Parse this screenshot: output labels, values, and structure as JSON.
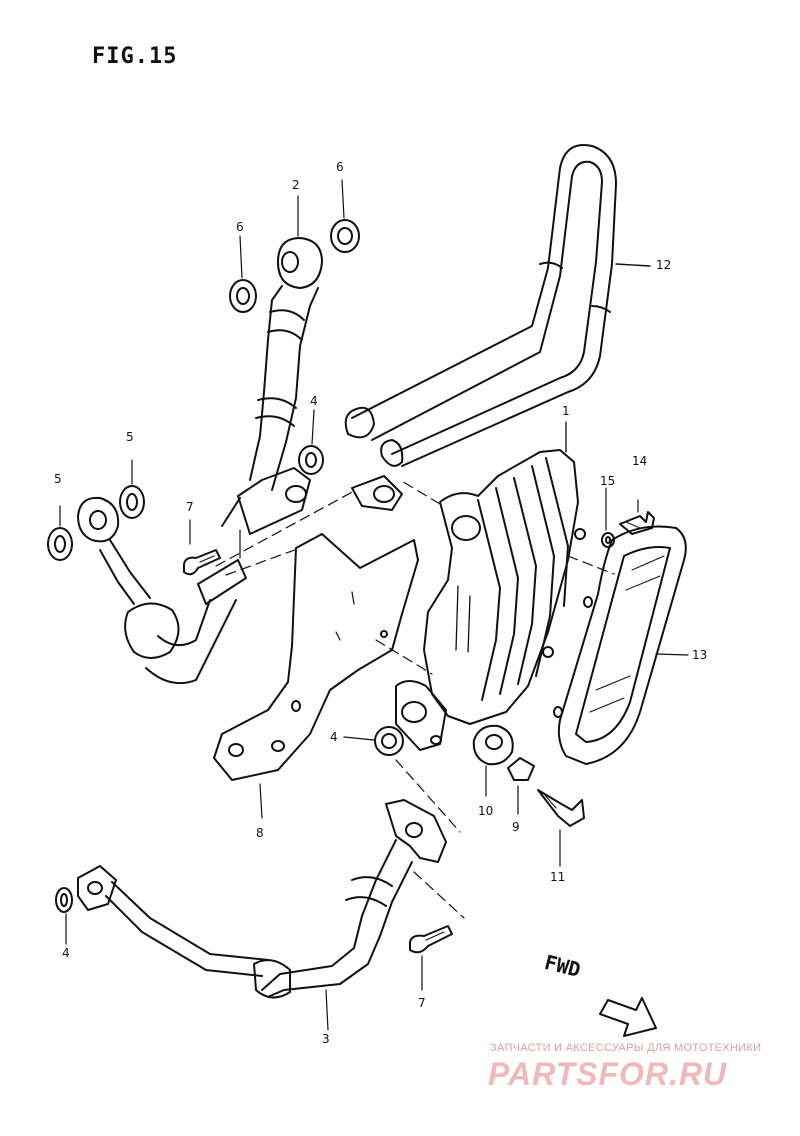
{
  "figure": {
    "title": "FIG.15"
  },
  "callouts": [
    {
      "id": "c-2",
      "label": "2"
    },
    {
      "id": "c-6a",
      "label": "6"
    },
    {
      "id": "c-6b",
      "label": "6"
    },
    {
      "id": "c-12",
      "label": "12"
    },
    {
      "id": "c-1",
      "label": "1"
    },
    {
      "id": "c-4a",
      "label": "4"
    },
    {
      "id": "c-5a",
      "label": "5"
    },
    {
      "id": "c-5b",
      "label": "5"
    },
    {
      "id": "c-7a",
      "label": "7"
    },
    {
      "id": "c-14",
      "label": "14"
    },
    {
      "id": "c-15",
      "label": "15"
    },
    {
      "id": "c-13",
      "label": "13"
    },
    {
      "id": "c-4b",
      "label": "4"
    },
    {
      "id": "c-8",
      "label": "8"
    },
    {
      "id": "c-10",
      "label": "10"
    },
    {
      "id": "c-9",
      "label": "9"
    },
    {
      "id": "c-11",
      "label": "11"
    },
    {
      "id": "c-4c",
      "label": "4"
    },
    {
      "id": "c-7b",
      "label": "7"
    },
    {
      "id": "c-3",
      "label": "3"
    }
  ],
  "direction": {
    "label": "FWD"
  },
  "watermark": {
    "caption": "ЗАПЧАСТИ И АКСЕССУАРЫ ДЛЯ МОТОТЕХНИКИ",
    "logo": "PARTSFOR.RU"
  }
}
